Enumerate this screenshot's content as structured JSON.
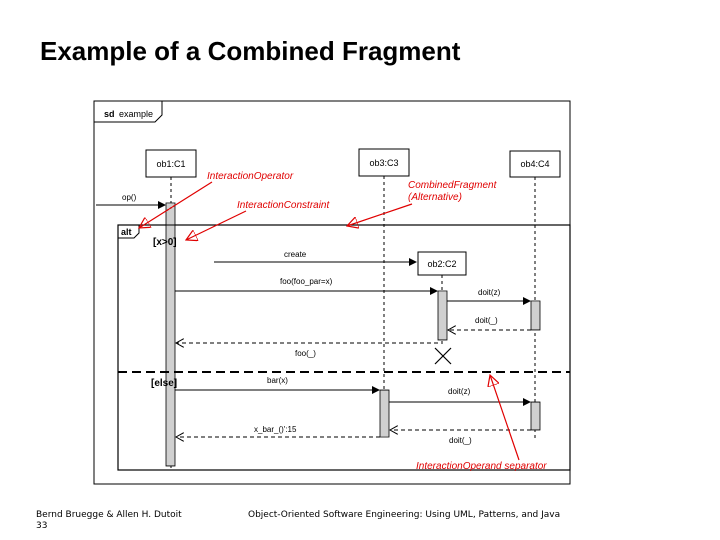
{
  "slide": {
    "title": "Example of a Combined Fragment"
  },
  "diagram": {
    "frame_tag_prefix": "sd",
    "frame_tag_name": "example",
    "lifelines": {
      "ob1": "ob1:C1",
      "ob3": "ob3:C3",
      "ob4": "ob4:C4",
      "ob2": "ob2:C2"
    },
    "messages": {
      "op": "op()",
      "create": "create",
      "foo": "foo(foo_par=x)",
      "doit1": "doit(z)",
      "doit1_ret": "doit(_)",
      "foo_ret": "foo(_)",
      "bar": "bar(x)",
      "doit2": "doit(z)",
      "bar_ret": "x_bar_()':15",
      "doit2_ret": "doit(_)"
    },
    "fragment": {
      "operator": "alt",
      "guard1": "[x>0]",
      "guard2": "[else]"
    },
    "annotations": {
      "interaction_operator": "InteractionOperator",
      "interaction_constraint": "InteractionConstraint",
      "combined_fragment_line1": "CombinedFragment",
      "combined_fragment_line2": "(Alternative)",
      "operand_separator": "InteractionOperand separator"
    },
    "colors": {
      "annotation": "#e00000",
      "lines": "#000000"
    }
  },
  "footer": {
    "authors": "Bernd Bruegge & Allen H. Dutoit",
    "page": "33",
    "book": "Object-Oriented Software Engineering: Using UML, Patterns, and Java"
  }
}
